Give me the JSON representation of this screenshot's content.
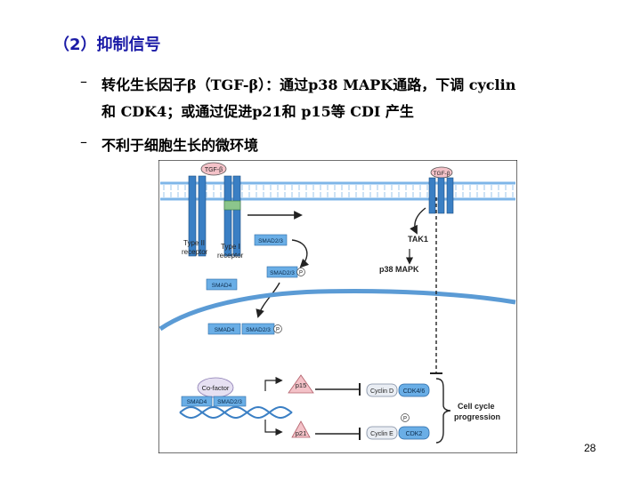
{
  "slide": {
    "title": "（2）抑制信号",
    "bullet1_line1": "转化生长因子β（TGF-β）：通过p38 MAPK通路，下调 cyclin",
    "bullet1_line2": "和 CDK4；或通过促进p21和 p15等 CDI 产生",
    "bullet2": "不利于细胞生长的微环境",
    "dash": "–",
    "page_number": "28"
  },
  "figure": {
    "ligand_left": "TGF-β",
    "ligand_right": "TGF-β",
    "type2_line1": "Type II",
    "type2_line2": "receptor",
    "type1_line1": "Type I",
    "type1_line2": "receptor",
    "smad23": "SMAD2/3",
    "smad23p": "SMAD2/3",
    "p_mark": "P",
    "smad4": "SMAD4",
    "nuc_smad4": "SMAD4",
    "nuc_smad23": "SMAD2/3",
    "tak1": "TAK1",
    "p38": "p38 MAPK",
    "cofactor": "Co-factor",
    "dna_smad4": "SMAD4",
    "dna_smad23": "SMAD2/3",
    "p15": "p15",
    "p21": "p21",
    "cyclin_d": "Cyclin D",
    "cdk46": "CDK4/6",
    "cyclin_e": "Cyclin E",
    "cdk2": "CDK2",
    "cell_cycle_1": "Cell cycle",
    "cell_cycle_2": "progression"
  },
  "colors": {
    "title": "#1a1aa6",
    "receptor_blue": "#3a7fc4",
    "receptor_green": "#8cc68c",
    "smad_blue": "#6aaee6",
    "membrane_blue": "#5b9bd5",
    "nucleus_line": "#1f5fa8",
    "pink": "#f4c2c8"
  }
}
